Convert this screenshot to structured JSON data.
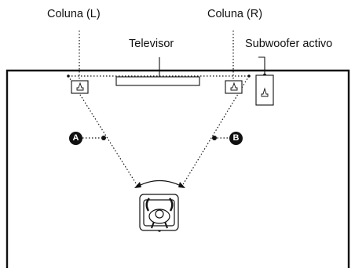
{
  "labels": {
    "speaker_left": "Coluna (L)",
    "speaker_right": "Coluna (R)",
    "television": "Televisor",
    "subwoofer": "Subwoofer activo"
  },
  "markers": {
    "a": "A",
    "b": "B"
  },
  "colors": {
    "line": "#111111",
    "background": "#ffffff"
  }
}
